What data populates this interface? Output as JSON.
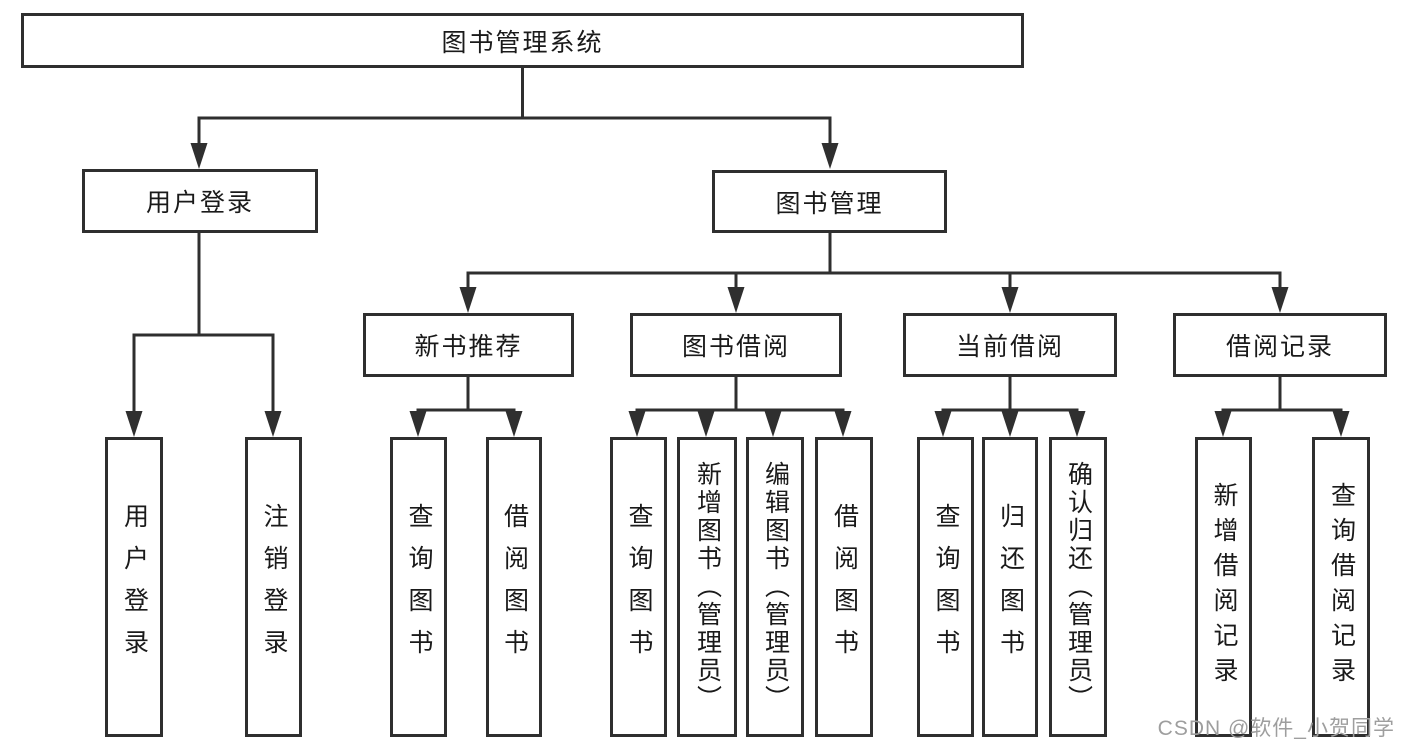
{
  "diagram": {
    "tree": {
      "label": "图书管理系统",
      "children": [
        {
          "label": "用户登录",
          "children": [
            {
              "label": "用户登录"
            },
            {
              "label": "注销登录"
            }
          ]
        },
        {
          "label": "图书管理",
          "children": [
            {
              "label": "新书推荐",
              "children": [
                {
                  "label": "查询图书"
                },
                {
                  "label": "借阅图书"
                }
              ]
            },
            {
              "label": "图书借阅",
              "children": [
                {
                  "label": "查询图书"
                },
                {
                  "label": "新增图书（管理员）"
                },
                {
                  "label": "编辑图书（管理员）"
                },
                {
                  "label": "借阅图书"
                }
              ]
            },
            {
              "label": "当前借阅",
              "children": [
                {
                  "label": "查询图书"
                },
                {
                  "label": "归还图书"
                },
                {
                  "label": "确认归还（管理员）"
                }
              ]
            },
            {
              "label": "借阅记录",
              "children": [
                {
                  "label": "新增借阅记录"
                },
                {
                  "label": "查询借阅记录"
                }
              ]
            }
          ]
        }
      ]
    },
    "watermark": "CSDN @软件_小贺同学",
    "colors": {
      "line": "#2f2f2f",
      "border": "#2f2f2f",
      "text": "#1a1a1a",
      "watermark": "#9e9e9e",
      "background": "#ffffff"
    }
  }
}
